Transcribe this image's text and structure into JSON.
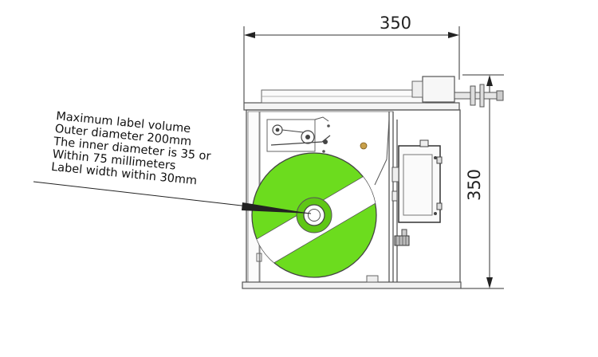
{
  "dimensions": {
    "width_label": "350",
    "height_label": "350"
  },
  "note": {
    "lines": [
      "Maximum label volume",
      "Outer diameter 200mm",
      "The inner diameter is 35 or",
      "Within 75 millimeters",
      "Label width within 30mm"
    ]
  },
  "colors": {
    "label_roll": "#6cdc1e",
    "roll_band": "#ffffff",
    "body_outline": "#555555",
    "background": "#ffffff"
  }
}
